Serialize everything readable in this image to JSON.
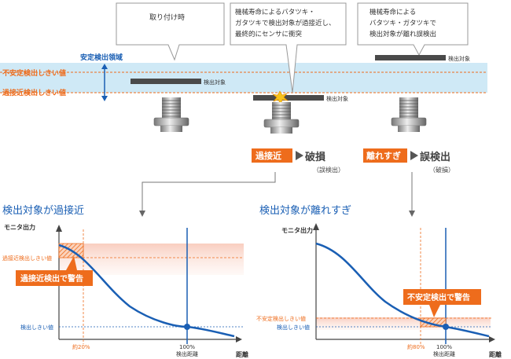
{
  "top": {
    "callouts": [
      "取り付け時",
      "機械寿命によるバタツキ・",
      "ガタツキで検出対象が過接近し、",
      "最終的にセンサに衝突",
      "機械寿命による",
      "バタツキ・ガタツキで",
      "検出対象が離れ誤検出"
    ],
    "band_label": "安定検出領域",
    "threshold_unstable": "不安定検出しきい値",
    "threshold_close": "過接近検出しきい値",
    "target_label": "検出対象",
    "result_left_tag": "過接近",
    "result_left_main": "破損",
    "result_left_sub": "（誤検出）",
    "result_right_tag": "離れすぎ",
    "result_right_main": "誤検出",
    "result_right_sub": "（破損）"
  },
  "charts_text": {
    "left_title": "検出対象が過接近",
    "right_title": "検出対象が離れすぎ",
    "ylabel": "モニタ出力",
    "xlabel": "距離",
    "left_warn": "過接近検出で警告",
    "right_warn": "不安定検出で警告",
    "lbl_close_thr": "過接近検出しきい値",
    "lbl_unstable_thr": "不安定検出しきい値",
    "lbl_det_thr": "検出しきい値",
    "left_x_tick": "約20%",
    "right_x_tick": "約80%",
    "x_100": "100%",
    "x_100_sub": "検出距離"
  },
  "colors": {
    "blue": "#1a5fb4",
    "orange": "#ee6c1c",
    "band": "#cfe9f6",
    "dark": "#555555"
  },
  "chart_data": [
    {
      "type": "line",
      "title": "検出対象が過接近",
      "xlabel": "距離",
      "ylabel": "モニタ出力",
      "x": [
        0,
        10,
        20,
        30,
        40,
        50,
        60,
        70,
        80,
        90,
        100,
        110,
        115
      ],
      "series": [
        {
          "values": [
            1.0,
            0.96,
            0.86,
            0.72,
            0.58,
            0.46,
            0.36,
            0.27,
            0.19,
            0.13,
            0.09,
            0.06,
            0.05
          ]
        }
      ],
      "annotations": [
        "過接近検出しきい値",
        "検出しきい値",
        "約20%",
        "100% 検出距離",
        "過接近検出で警告"
      ]
    },
    {
      "type": "line",
      "title": "検出対象が離れすぎ",
      "xlabel": "距離",
      "ylabel": "モニタ出力",
      "x": [
        0,
        10,
        20,
        30,
        40,
        50,
        60,
        70,
        80,
        90,
        100,
        110,
        115
      ],
      "series": [
        {
          "values": [
            1.0,
            0.96,
            0.86,
            0.72,
            0.58,
            0.46,
            0.36,
            0.27,
            0.19,
            0.13,
            0.09,
            0.06,
            0.05
          ]
        }
      ],
      "annotations": [
        "不安定検出しきい値",
        "検出しきい値",
        "約80%",
        "100% 検出距離",
        "不安定検出で警告"
      ]
    }
  ]
}
